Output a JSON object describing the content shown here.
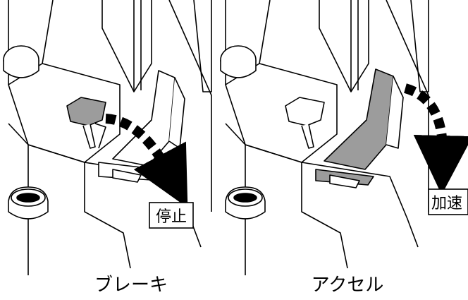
{
  "left_panel": {
    "caption": "ブレーキ",
    "callout": "停止",
    "highlighted_pedal": "brake",
    "arrow_icon": "curved-dashed-arrow-icon"
  },
  "right_panel": {
    "caption": "アクセル",
    "callout": "加速",
    "highlighted_pedal": "accelerator",
    "arrow_icon": "curved-dashed-arrow-icon"
  },
  "colors": {
    "line": "#000000",
    "pedal_fill": "#9c9c9c",
    "background": "#ffffff"
  }
}
